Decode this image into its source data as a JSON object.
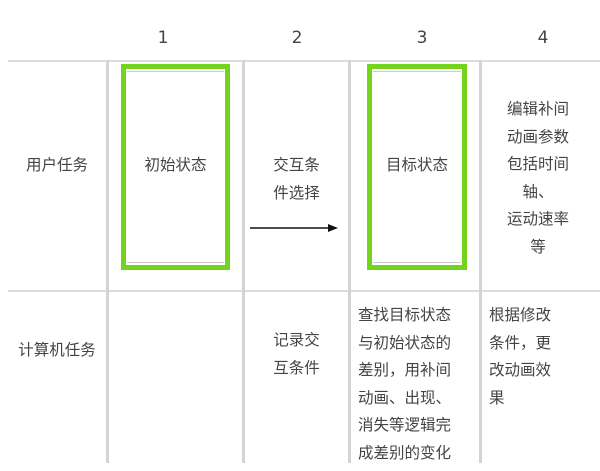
{
  "columns": [
    "1",
    "2",
    "3",
    "4"
  ],
  "rows": [
    {
      "label": "用户任务",
      "cells": [
        "初始状态",
        "交互条\n件选择",
        "目标状态",
        "编辑补间\n动画参数\n包括时间\n轴、\n运动速率\n等"
      ]
    },
    {
      "label": "计算机任务",
      "cells": [
        "",
        "记录交\n互条件",
        "查找目标状态\n与初始状态的\n差别，用补间\n动画、出现、\n消失等逻辑完\n成差别的变化",
        "根据修改\n条件，更\n改动画效\n果"
      ]
    }
  ],
  "colors": {
    "highlight": "#72d41c",
    "grid": "#d4d4d4"
  }
}
